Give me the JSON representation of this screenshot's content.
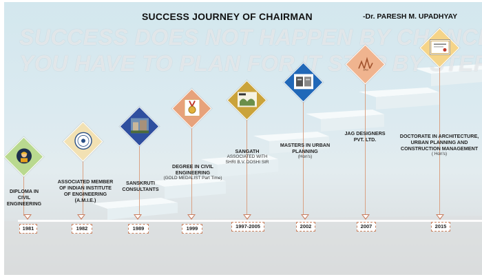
{
  "title": "SUCCESS JOURNEY OF CHAIRMAN",
  "author": "-Dr. PARESH M. UPADHYAY",
  "quote": {
    "line1": "SUCCESS DOES NOT HAPPEN BY CHANCE",
    "line2": "YOU HAVE TO PLAN FOR IT STEP BY STEP."
  },
  "milestones": [
    {
      "year": "1981",
      "label": "DIPLOMA IN\nCIVIL ENGINEERING",
      "sub": "",
      "icon": "engineer-icon",
      "color": "#b9d98f"
    },
    {
      "year": "1982",
      "label": "ASSOCIATED MEMBER\nOF INDIAN INSTITUTE\nOF ENGINEERING\n(A.M.I.E.)",
      "sub": "",
      "icon": "institute-seal-icon",
      "color": "#f2e1b3"
    },
    {
      "year": "1989",
      "label": "SANSKRUTI\nCONSULTANTS",
      "sub": "",
      "icon": "building-photo-icon",
      "color": "#2f4f9f"
    },
    {
      "year": "1999",
      "label": "DEGREE IN CIVIL\nENGINEERING",
      "sub": "(GOLD MEDALIST Part Time)",
      "icon": "gold-medal-icon",
      "color": "#e7a27b"
    },
    {
      "year": "1997-2005",
      "label": "SANGATH",
      "sub": "ASSOCIATED WITH\nSHRI B.V. DOSHI SIR",
      "icon": "sangath-icon",
      "color": "#caa33b"
    },
    {
      "year": "2002",
      "label": "MASTERS IN URBAN\nPLANNING",
      "sub": "(Hon's)",
      "icon": "planning-book-icon",
      "color": "#2168b8"
    },
    {
      "year": "2007",
      "label": "JAG DESIGNERS\nPVT. LTD.",
      "sub": "",
      "icon": "jag-logo-icon",
      "color": "#f0b48f"
    },
    {
      "year": "2015",
      "label": "DOCTORATE IN ARCHITECTURE,\nURBAN PLANNING AND\nCONSTRUCTION MANAGEMENT",
      "sub": "( Hon's)",
      "icon": "certificate-icon",
      "color": "#f5d489"
    }
  ]
}
